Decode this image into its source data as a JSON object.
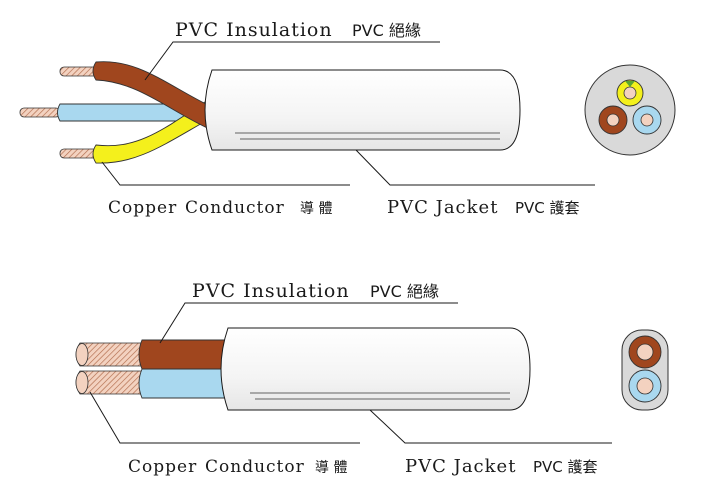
{
  "diagram_top": {
    "insulation_label": "PVC Insulation",
    "insulation_label_cn": "PVC 絕緣",
    "conductor_label": "Copper",
    "conductor_label_2": "Conductor",
    "conductor_label_cn": "導 體",
    "jacket_label": "PVC Jacket",
    "jacket_label_cn": "PVC 護套"
  },
  "diagram_bottom": {
    "insulation_label": "PVC Insulation",
    "insulation_label_cn": "PVC 絕緣",
    "conductor_label": "Copper",
    "conductor_label_2": "Conductor",
    "conductor_label_cn": "導 體",
    "jacket_label": "PVC Jacket",
    "jacket_label_cn": "PVC 護套"
  },
  "colors": {
    "brown": "#a0461e",
    "blue": "#a9d8ef",
    "yellow": "#f4f01c",
    "jacket": "#f2f2f2",
    "jacket_stroke": "#1a1a1a",
    "copper": "#e8b8a0",
    "section_bg": "#d9d9d9",
    "green_mark": "#5aa532"
  }
}
